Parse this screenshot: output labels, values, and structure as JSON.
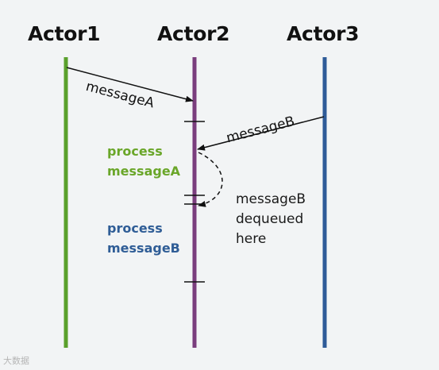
{
  "colors": {
    "actor1": "#5aa02c",
    "actor2": "#7a3d7d",
    "actor3": "#2e5b98",
    "arrow": "#111111",
    "note_a": "#6aa629",
    "note_b": "#2f5d96"
  },
  "actors": [
    {
      "title": "Actor1"
    },
    {
      "title": "Actor2"
    },
    {
      "title": "Actor3"
    }
  ],
  "messages": [
    {
      "label": "messageA",
      "from": "Actor1",
      "to": "Actor2"
    },
    {
      "label": "messageB",
      "from": "Actor3",
      "to": "Actor2"
    }
  ],
  "notes": {
    "process_a": [
      "process",
      "messageA"
    ],
    "process_b": [
      "process",
      "messageB"
    ],
    "dequeued": [
      "messageB",
      "dequeued",
      "here"
    ]
  },
  "watermark": "大数据"
}
